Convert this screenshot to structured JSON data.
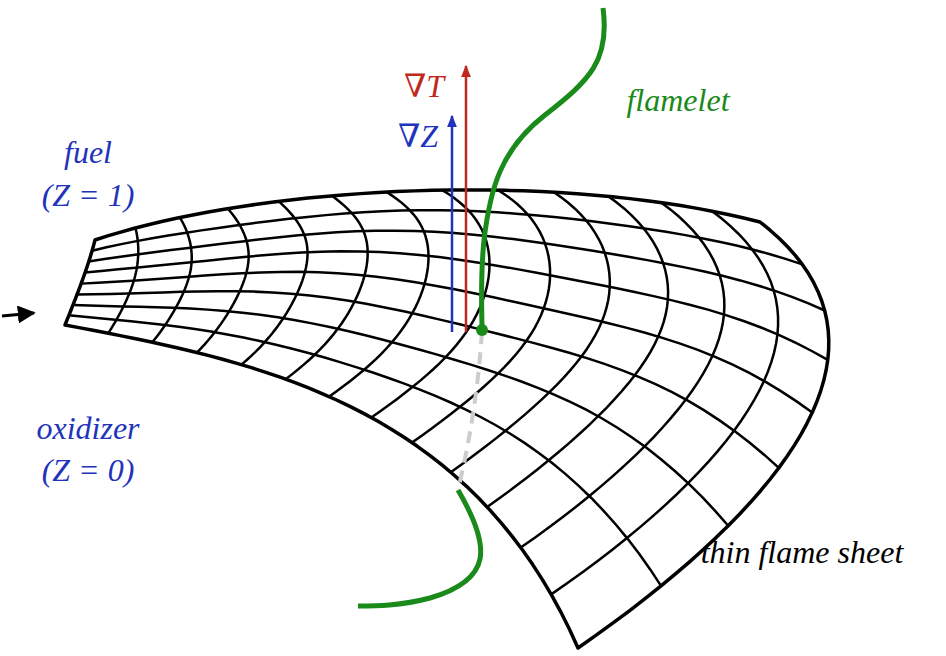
{
  "diagram": {
    "labels": [
      "fuel",
      "(Z = 1)",
      "∇T",
      "∇Z",
      "flamelet",
      "oxidizer",
      "(Z = 0)",
      "thin flame sheet"
    ]
  }
}
